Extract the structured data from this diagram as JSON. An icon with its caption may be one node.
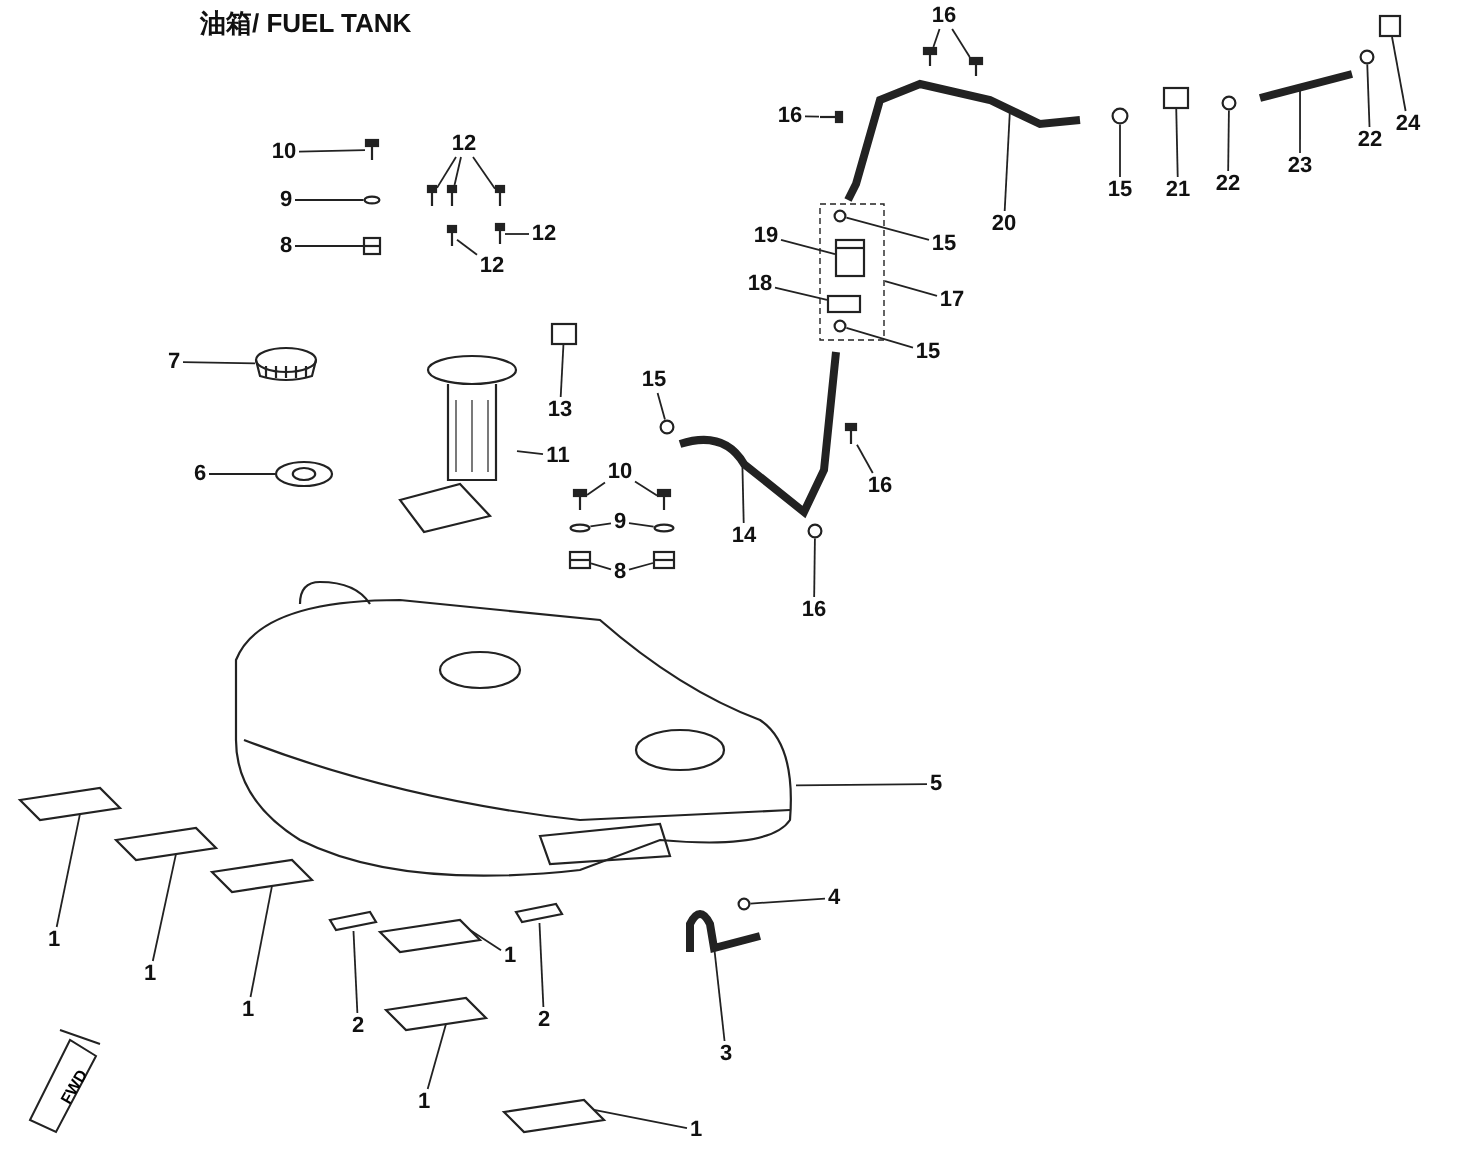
{
  "diagram": {
    "title": "油箱/ FUEL TANK",
    "nodes": [
      {
        "text": [
          "16"
        ]
      },
      {
        "text": [
          "16"
        ]
      },
      {
        "text": [
          "24"
        ]
      },
      {
        "text": [
          "20"
        ]
      },
      {
        "text": [
          "15"
        ]
      },
      {
        "text": [
          "21"
        ]
      },
      {
        "text": [
          "22"
        ]
      },
      {
        "text": [
          "23"
        ]
      },
      {
        "text": [
          "22"
        ]
      },
      {
        "text": [
          "10"
        ]
      },
      {
        "text": [
          "12"
        ]
      },
      {
        "text": [
          "12"
        ]
      },
      {
        "text": [
          "12"
        ]
      },
      {
        "text": [
          "9"
        ]
      },
      {
        "text": [
          "19"
        ]
      },
      {
        "text": [
          "15"
        ]
      },
      {
        "text": [
          "8"
        ]
      },
      {
        "text": [
          "18"
        ]
      },
      {
        "text": [
          "17"
        ]
      },
      {
        "text": [
          "15"
        ]
      },
      {
        "text": [
          "7"
        ]
      },
      {
        "text": [
          "13"
        ]
      },
      {
        "text": [
          "15"
        ]
      },
      {
        "text": [
          "11"
        ]
      },
      {
        "text": [
          "6"
        ]
      },
      {
        "text": [
          "16"
        ]
      },
      {
        "text": [
          "14"
        ]
      },
      {
        "text": [
          "10"
        ]
      },
      {
        "text": [
          "9"
        ]
      },
      {
        "text": [
          "8"
        ]
      },
      {
        "text": [
          "16"
        ]
      },
      {
        "text": [
          "5"
        ]
      },
      {
        "text": [
          "4"
        ]
      },
      {
        "text": [
          "3"
        ]
      },
      {
        "text": [
          "1"
        ]
      },
      {
        "text": [
          "1"
        ]
      },
      {
        "text": [
          "1"
        ]
      },
      {
        "text": [
          "2"
        ]
      },
      {
        "text": [
          "1"
        ]
      },
      {
        "text": [
          "2"
        ]
      },
      {
        "text": [
          "1"
        ]
      },
      {
        "text": [
          "1"
        ]
      },
      {
        "text": [],
        "shape": "picture"
      },
      {
        "text": [],
        "shape": "picture"
      },
      {
        "text": [],
        "shape": "picture"
      },
      {
        "text": [],
        "shape": "box"
      },
      {
        "text": [],
        "shape": "picture"
      },
      {
        "text": [],
        "shape": "circle"
      },
      {
        "text": [],
        "shape": "box"
      },
      {
        "text": [],
        "shape": "circle"
      },
      {
        "text": [],
        "shape": "picture"
      },
      {
        "text": [],
        "shape": "circle"
      },
      {
        "text": [],
        "shape": "picture"
      },
      {
        "text": [],
        "shape": "picture"
      },
      {
        "text": [],
        "shape": "picture"
      },
      {
        "text": [],
        "shape": "picture"
      },
      {
        "text": [],
        "shape": "picture"
      },
      {
        "text": [],
        "shape": "picture"
      },
      {
        "text": [],
        "shape": "circle"
      },
      {
        "text": [],
        "shape": "box"
      },
      {
        "text": [],
        "shape": "picture",
        "in": 59
      },
      {
        "text": [],
        "shape": "circle",
        "in": 59
      },
      {
        "text": [],
        "shape": "picture"
      },
      {
        "text": [],
        "shape": "box",
        "in": 59
      },
      {
        "text": [],
        "shape": "circle",
        "in": 59
      },
      {
        "text": [],
        "shape": "picture"
      },
      {
        "text": [],
        "shape": "box"
      },
      {
        "text": [],
        "shape": "circle"
      },
      {
        "text": [],
        "shape": "picture"
      },
      {
        "text": [],
        "shape": "picture"
      },
      {
        "text": [],
        "shape": "picture"
      },
      {
        "text": [],
        "shape": "picture"
      },
      {
        "text": [],
        "shape": "picture"
      },
      {
        "text": [],
        "shape": "picture"
      },
      {
        "text": [],
        "shape": "circle"
      },
      {
        "text": [],
        "shape": "circle"
      },
      {
        "text": [],
        "shape": "picture"
      },
      {
        "text": [],
        "shape": "picture"
      },
      {
        "text": [],
        "shape": "circle"
      },
      {
        "text": [],
        "shape": "picture"
      },
      {
        "text": [],
        "shape": "circle"
      },
      {
        "text": [],
        "shape": "picture"
      },
      {
        "text": [],
        "shape": "box"
      },
      {
        "text": [],
        "shape": "box"
      },
      {
        "text": [],
        "shape": "box"
      },
      {
        "text": [],
        "shape": "box"
      },
      {
        "text": [],
        "shape": "box"
      },
      {
        "text": [],
        "shape": "box"
      },
      {
        "text": [],
        "shape": "box"
      },
      {
        "text": [],
        "shape": "box"
      }
    ],
    "edges": [
      {
        "from": 0,
        "to": 42,
        "arrow": "none"
      },
      {
        "from": 0,
        "to": 43,
        "arrow": "none"
      },
      {
        "from": 1,
        "to": 44,
        "arrow": "none"
      },
      {
        "from": 2,
        "to": 45,
        "arrow": "none"
      },
      {
        "from": 3,
        "to": 46,
        "arrow": "none"
      },
      {
        "from": 4,
        "to": 47,
        "arrow": "none"
      },
      {
        "from": 5,
        "to": 48,
        "arrow": "none"
      },
      {
        "from": 6,
        "to": 49,
        "arrow": "none"
      },
      {
        "from": 7,
        "to": 50,
        "arrow": "none"
      },
      {
        "from": 8,
        "to": 51,
        "arrow": "none"
      },
      {
        "from": 9,
        "to": 52,
        "arrow": "none"
      },
      {
        "from": 10,
        "to": 53,
        "arrow": "none"
      },
      {
        "from": 10,
        "to": 54,
        "arrow": "none"
      },
      {
        "from": 10,
        "to": 55,
        "arrow": "none"
      },
      {
        "from": 11,
        "to": 56,
        "arrow": "none"
      },
      {
        "from": 12,
        "to": 57,
        "arrow": "none"
      },
      {
        "from": 13,
        "to": 58,
        "arrow": "none"
      },
      {
        "from": 14,
        "to": 60,
        "arrow": "none"
      },
      {
        "from": 15,
        "to": 61,
        "arrow": "none"
      },
      {
        "from": 16,
        "to": 62,
        "arrow": "none"
      },
      {
        "from": 17,
        "to": 63,
        "arrow": "none"
      },
      {
        "from": 18,
        "to": 59,
        "arrow": "none"
      },
      {
        "from": 19,
        "to": 64,
        "arrow": "none"
      },
      {
        "from": 20,
        "to": 65,
        "arrow": "none"
      },
      {
        "from": 21,
        "to": 66,
        "arrow": "none"
      },
      {
        "from": 22,
        "to": 67,
        "arrow": "none"
      },
      {
        "from": 23,
        "to": 68,
        "arrow": "none"
      },
      {
        "from": 24,
        "to": 69,
        "arrow": "none"
      },
      {
        "from": 25,
        "to": 70,
        "arrow": "none"
      },
      {
        "from": 26,
        "to": 71,
        "arrow": "none"
      },
      {
        "from": 27,
        "to": 72,
        "arrow": "none"
      },
      {
        "from": 27,
        "to": 73,
        "arrow": "none"
      },
      {
        "from": 28,
        "to": 74,
        "arrow": "none"
      },
      {
        "from": 28,
        "to": 75,
        "arrow": "none"
      },
      {
        "from": 29,
        "to": 76,
        "arrow": "none"
      },
      {
        "from": 29,
        "to": 77,
        "arrow": "none"
      },
      {
        "from": 30,
        "to": 78,
        "arrow": "none"
      },
      {
        "from": 31,
        "to": 79,
        "arrow": "none"
      },
      {
        "from": 32,
        "to": 80,
        "arrow": "none"
      },
      {
        "from": 33,
        "to": 81,
        "arrow": "none"
      },
      {
        "from": 34,
        "to": 82,
        "arrow": "none"
      },
      {
        "from": 35,
        "to": 83,
        "arrow": "none"
      },
      {
        "from": 36,
        "to": 84,
        "arrow": "none"
      },
      {
        "from": 37,
        "to": 85,
        "arrow": "none"
      },
      {
        "from": 38,
        "to": 86,
        "arrow": "none"
      },
      {
        "from": 39,
        "to": 87,
        "arrow": "none"
      },
      {
        "from": 40,
        "to": 88,
        "arrow": "none"
      },
      {
        "from": 41,
        "to": 89,
        "arrow": "none"
      }
    ],
    "labels": [
      "FWD"
    ]
  }
}
